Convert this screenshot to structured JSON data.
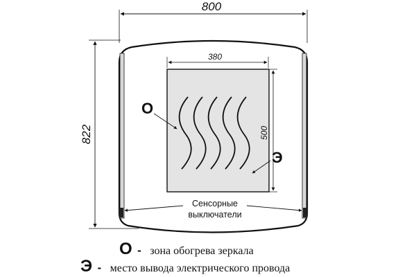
{
  "dimensions": {
    "overall_width": "800",
    "overall_height": "822",
    "zone_width": "380",
    "zone_height": "500"
  },
  "markers": {
    "heating": "О",
    "electric": "Э"
  },
  "switch_label": {
    "line1": "Сенсорные",
    "line2": "выключатели"
  },
  "legend": [
    {
      "key": "О",
      "dash": "-",
      "description": "зона обогрева зеркала"
    },
    {
      "key": "Э",
      "dash": "-",
      "description": "место вывода электрического провода"
    }
  ]
}
